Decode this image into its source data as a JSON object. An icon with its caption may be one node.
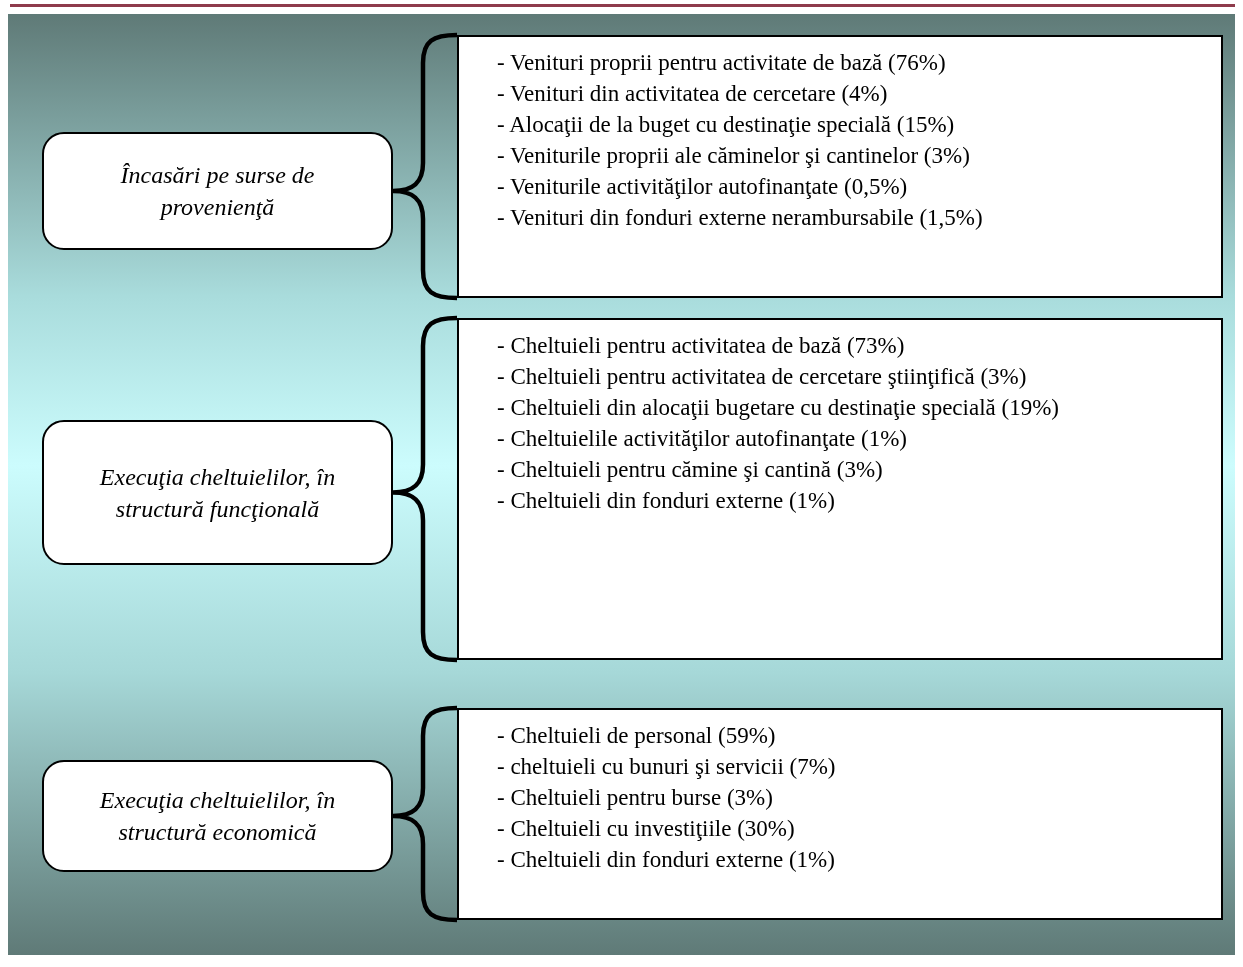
{
  "diagram": {
    "nodes": [
      {
        "text": [
          "Încasări pe surse de provenienţă"
        ]
      },
      {
        "text": [
          "- Venituri proprii pentru activitate de bază (76%)",
          "- Venituri din activitatea de cercetare (4%)",
          "- Alocaţii de la buget cu destinaţie specială (15%)",
          "- Veniturile proprii ale căminelor şi cantinelor (3%)",
          "- Veniturile activităţilor autofinanţate (0,5%)",
          "- Venituri din fonduri externe nerambursabile (1,5%)"
        ]
      },
      {
        "text": [
          "Execuţia cheltuielilor, în structură funcţională"
        ]
      },
      {
        "text": [
          "- Cheltuieli pentru activitatea de bază (73%)",
          "- Cheltuieli pentru activitatea de cercetare ştiinţifică (3%)",
          "- Cheltuieli din alocaţii bugetare cu destinaţie specială (19%)",
          "- Cheltuielile activităţilor autofinanţate (1%)",
          "- Cheltuieli pentru cămine şi cantină (3%)",
          "- Cheltuieli din fonduri externe (1%)"
        ]
      },
      {
        "text": [
          "Execuţia cheltuielilor, în structură economică"
        ]
      },
      {
        "text": [
          "- Cheltuieli de personal (59%)",
          "- cheltuieli cu bunuri şi servicii (7%)",
          "- Cheltuieli pentru burse (3%)",
          "- Cheltuieli cu investiţiile (30%)",
          "- Cheltuieli din fonduri externe (1%)"
        ]
      }
    ],
    "edges": [
      {
        "from": 0,
        "to": 1,
        "arrow": "none"
      },
      {
        "from": 2,
        "to": 3,
        "arrow": "none"
      },
      {
        "from": 4,
        "to": 5,
        "arrow": "none"
      }
    ]
  }
}
